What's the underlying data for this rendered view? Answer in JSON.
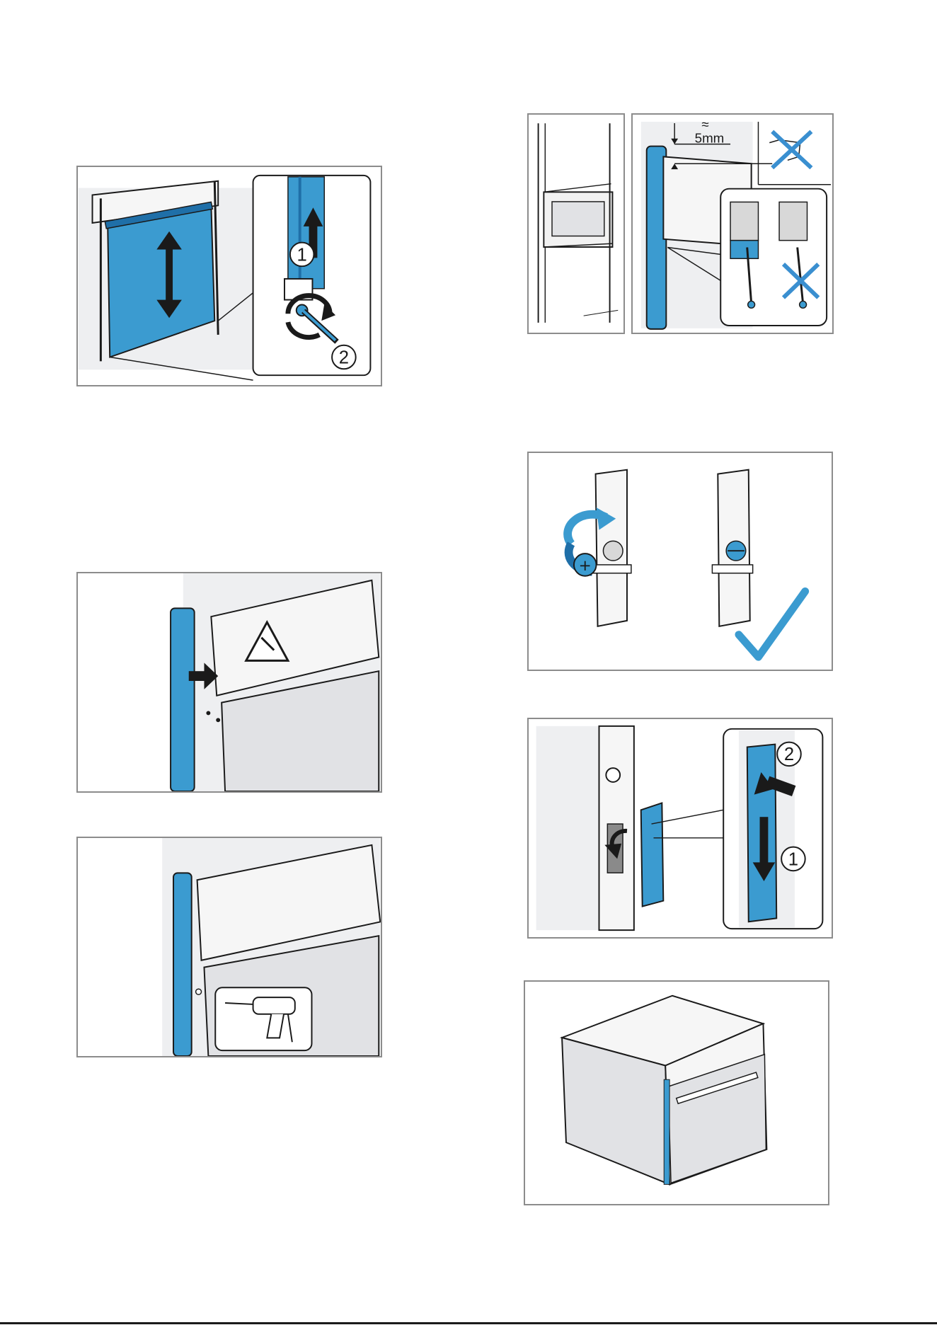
{
  "page": {
    "title": ""
  },
  "figures": {
    "door_adjust": {
      "callouts": [
        "1",
        "2"
      ]
    },
    "clearance": {
      "dimension": "5mm",
      "dimension_symbol": "≈"
    },
    "bracket_mount": {
      "callouts": [
        "2",
        "1"
      ]
    }
  },
  "colors": {
    "accent_blue": "#3b9bd0",
    "dark_blue": "#1f6fa8",
    "stroke": "#1a1a1a",
    "frame": "#8c8c8c",
    "panel_grey": "#e8e9ec",
    "cross_blue": "#3a8fd0",
    "check_blue": "#3b9bd0"
  },
  "icons": [
    "double-arrow-icon",
    "up-arrow-icon",
    "rotate-arrow-icon",
    "warning-hand-icon",
    "drill-icon",
    "cross-icon",
    "check-icon",
    "screw-icon",
    "push-arrow-icon"
  ]
}
